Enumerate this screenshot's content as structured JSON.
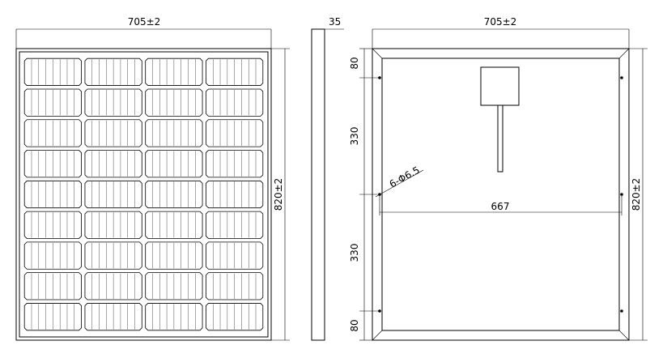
{
  "front_view": {
    "width_label": "705±2",
    "height_label": "820±2",
    "cell_columns": 4,
    "cell_rows": 9
  },
  "side_view": {
    "thickness_label": "35"
  },
  "back_view": {
    "width_label": "705±2",
    "height_label": "820±2",
    "top_offset_label": "80",
    "upper_spacing_label": "330",
    "lower_spacing_label": "330",
    "bottom_offset_label": "80",
    "hole_spacing_label": "667",
    "holes_label": "6-Φ6.5"
  }
}
